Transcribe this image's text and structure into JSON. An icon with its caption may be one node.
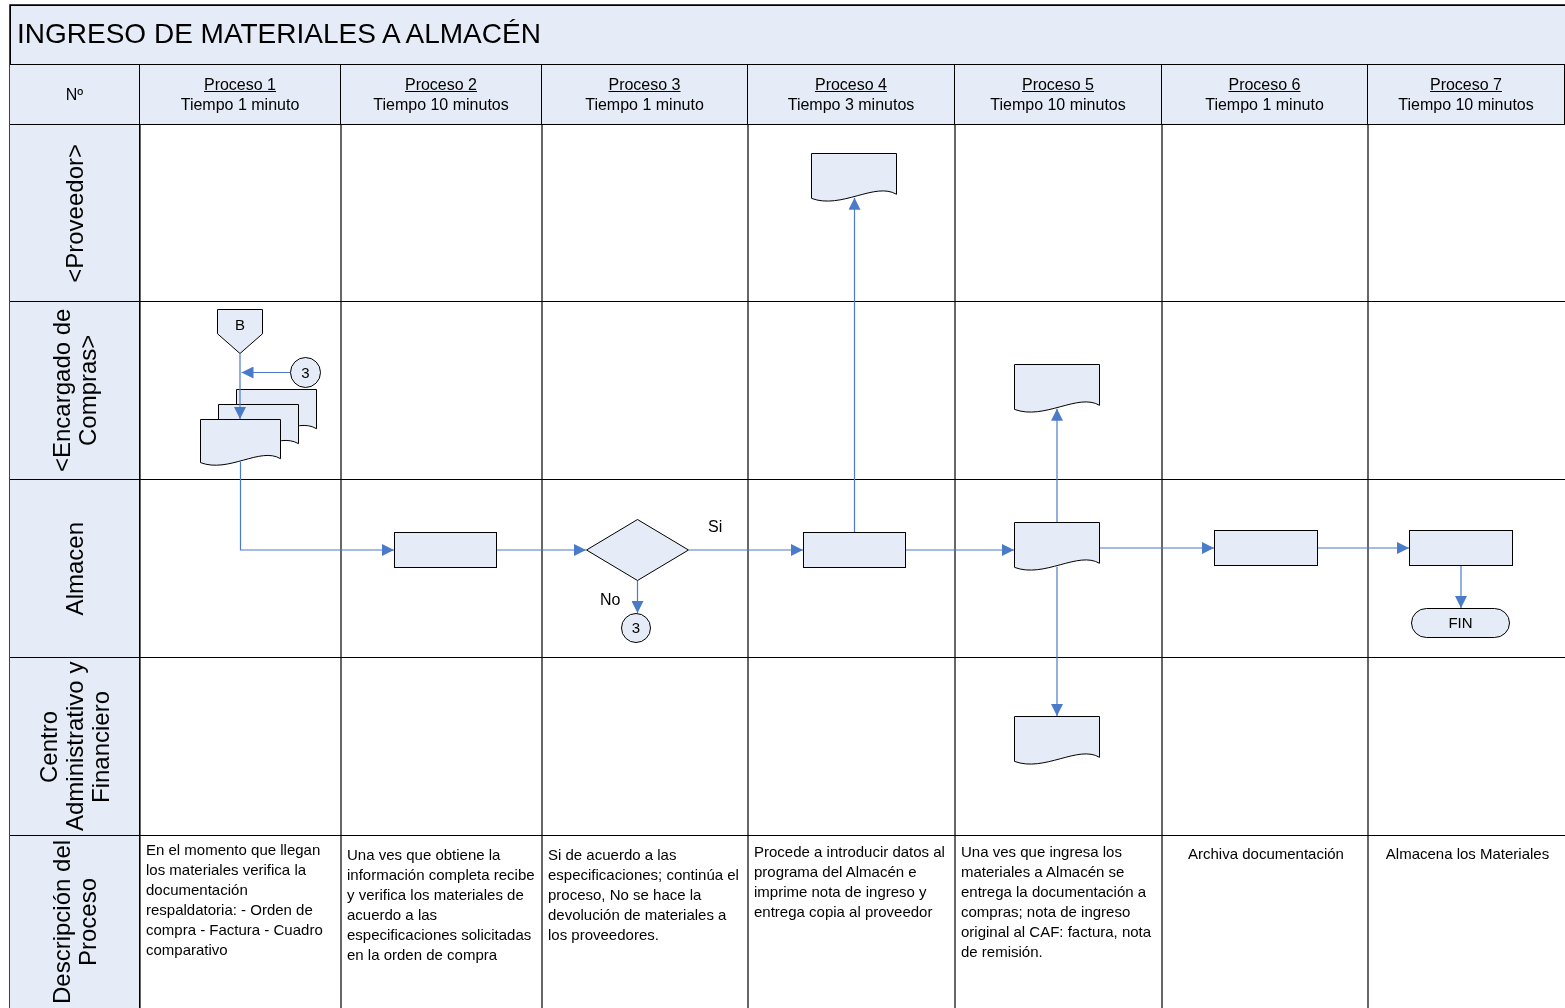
{
  "diagram": {
    "title": "INGRESO DE MATERIALES A ALMACÉN",
    "nodes": [
      {
        "text": [
          "<Proveedor>"
        ]
      },
      {
        "text": [
          "<Encargado de Compras>"
        ]
      },
      {
        "text": [
          "Almacen"
        ]
      },
      {
        "text": [
          "Centro Administrativo y Financiero"
        ]
      },
      {
        "text": [
          "Descripción del Proceso"
        ]
      },
      {
        "text": [
          "B"
        ],
        "in": 1
      },
      {
        "text": [
          "3"
        ],
        "in": 1
      },
      {
        "text": [],
        "shape": "document",
        "in": 1
      },
      {
        "text": [],
        "shape": "box",
        "in": 2
      },
      {
        "text": [],
        "shape": "diamond",
        "in": 2
      },
      {
        "text": [
          "3"
        ],
        "in": 2
      },
      {
        "text": [],
        "shape": "box",
        "in": 2
      },
      {
        "text": [],
        "shape": "document",
        "in": 0
      },
      {
        "text": [],
        "shape": "document",
        "in": 2
      },
      {
        "text": [],
        "shape": "document",
        "in": 1
      },
      {
        "text": [],
        "shape": "document",
        "in": 3
      },
      {
        "text": [],
        "shape": "box",
        "in": 2
      },
      {
        "text": [],
        "shape": "box",
        "in": 2
      },
      {
        "text": [
          "FIN"
        ],
        "in": 2
      }
    ],
    "edges": [
      {
        "from": 5,
        "to": 7,
        "arrow": "to"
      },
      {
        "from": 6,
        "to": 7,
        "arrow": "to"
      },
      {
        "from": 7,
        "to": 8,
        "arrow": "to"
      },
      {
        "from": 8,
        "to": 9,
        "arrow": "to"
      },
      {
        "from": 9,
        "to": 11,
        "arrow": "to",
        "label": "Si"
      },
      {
        "from": 9,
        "to": 10,
        "arrow": "to",
        "label": "No"
      },
      {
        "from": 11,
        "to": 12,
        "arrow": "to"
      },
      {
        "from": 11,
        "to": 13,
        "arrow": "to"
      },
      {
        "from": 13,
        "to": 14,
        "arrow": "to"
      },
      {
        "from": 13,
        "to": 15,
        "arrow": "to"
      },
      {
        "from": 13,
        "to": 16,
        "arrow": "to"
      },
      {
        "from": 16,
        "to": 17,
        "arrow": "to"
      },
      {
        "from": 17,
        "to": 18,
        "arrow": "to"
      }
    ],
    "labels": [
      "Nº",
      "Proceso 1",
      "Tiempo 1 minuto",
      "Proceso 2",
      "Tiempo 10 minutos",
      "Proceso 3",
      "Tiempo 1 minuto",
      "Proceso 4",
      "Tiempo 3 minutos",
      "Proceso 5",
      "Tiempo 10 minutos",
      "Proceso 6",
      "Tiempo 1 minuto",
      "Proceso 7",
      "Tiempo 10 minutos",
      "En el momento que llegan los materiales verifica la documentación respaldatoria: - Orden de compra - Factura - Cuadro comparativo",
      "Una ves que obtiene la información completa recibe y verifica los materiales de acuerdo a las especificaciones solicitadas en la orden de compra",
      "Si de acuerdo a las especificaciones; continúa el proceso, No se hace la devolución de materiales a los proveedores.",
      "Procede a introducir datos al programa del Almacén e imprime nota de ingreso y entrega copia al proveedor",
      "Una ves que ingresa los materiales a Almacén se entrega la documentación a compras; nota de ingreso original al CAF: factura, nota de remisión.",
      "Archiva documentación",
      "Almacena los Materiales"
    ]
  }
}
